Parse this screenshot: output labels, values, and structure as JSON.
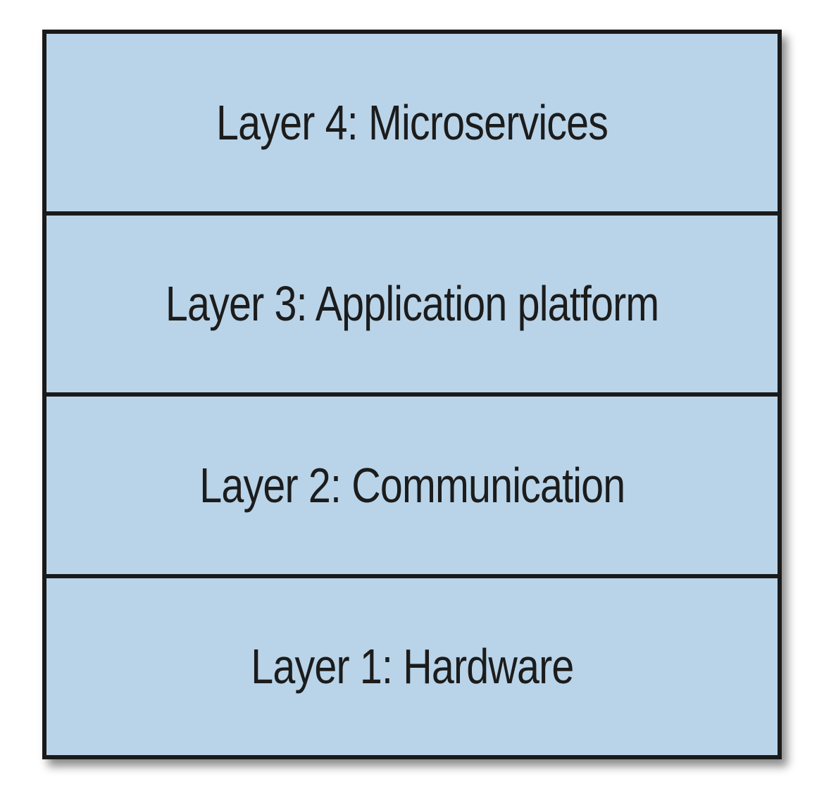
{
  "diagram": {
    "fill_color": "#b9d4e9",
    "border_color": "#1a1a1a",
    "layers": [
      {
        "label": "Layer 4: Microservices"
      },
      {
        "label": "Layer 3: Application platform"
      },
      {
        "label": "Layer 2: Communication"
      },
      {
        "label": "Layer 1: Hardware"
      }
    ]
  }
}
